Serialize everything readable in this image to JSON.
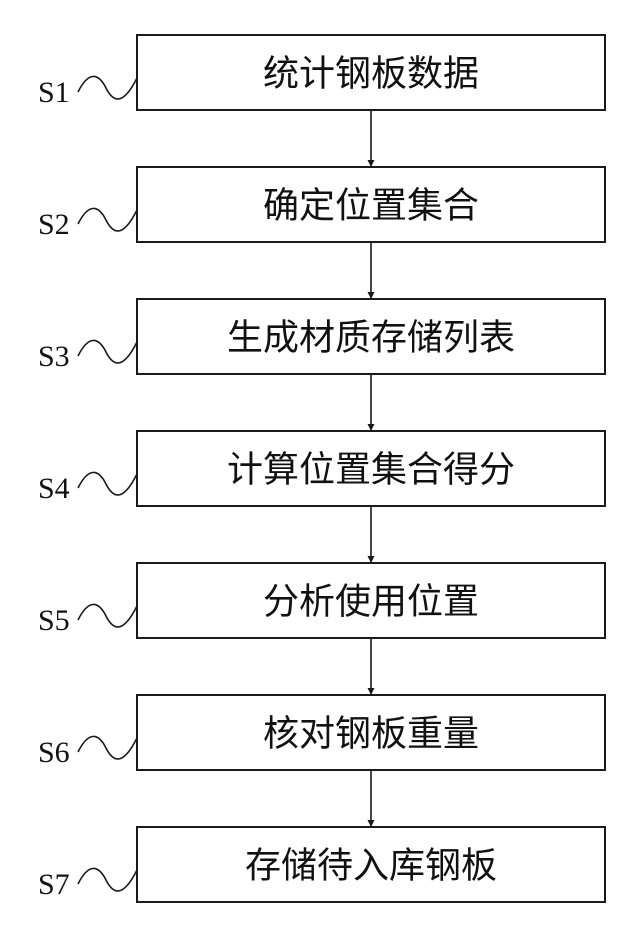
{
  "steps": [
    {
      "label": "S1",
      "text": "统计钢板数据"
    },
    {
      "label": "S2",
      "text": "确定位置集合"
    },
    {
      "label": "S3",
      "text": "生成材质存储列表"
    },
    {
      "label": "S4",
      "text": "计算位置集合得分"
    },
    {
      "label": "S5",
      "text": "分析使用位置"
    },
    {
      "label": "S6",
      "text": "核对钢板重量"
    },
    {
      "label": "S7",
      "text": "存储待入库钢板"
    }
  ]
}
